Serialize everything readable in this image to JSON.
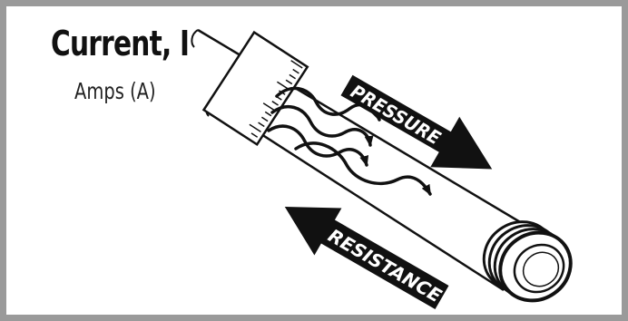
{
  "title": "Current, I",
  "subtitle": "Amps (A)",
  "labels": {
    "pressure": "PRESSURE",
    "resistance": "RESISTANCE"
  },
  "colors": {
    "border": "#9a9a9a",
    "ink": "#111111",
    "background": "#ffffff"
  },
  "icons": {
    "pipe": "pipe-icon",
    "ruler": "ruler-icon",
    "flow": "wavy-arrow-icon",
    "pressure_arrow": "arrow-down-right-icon",
    "resistance_arrow": "arrow-up-left-icon"
  }
}
